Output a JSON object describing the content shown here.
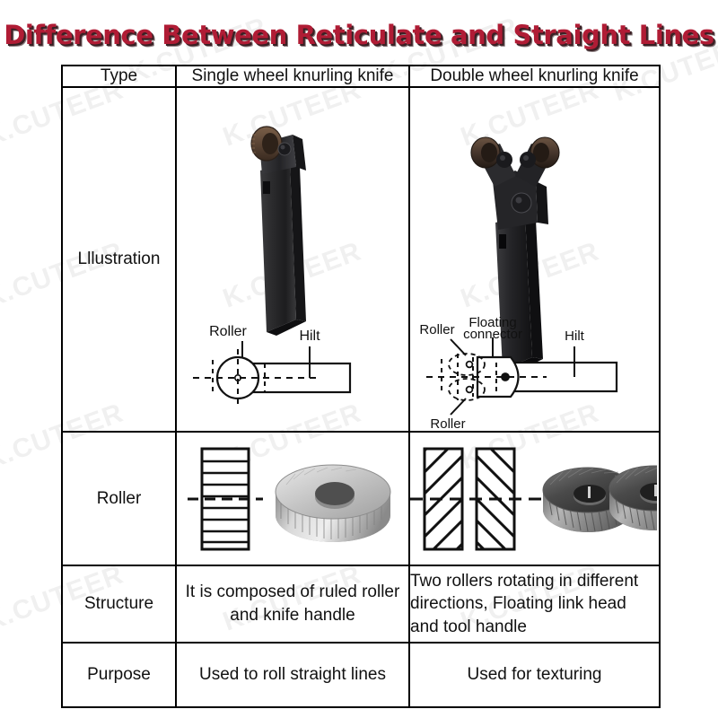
{
  "title": "Difference Between Reticulate and Straight Lines",
  "colors": {
    "title_red": "#B01C35",
    "title_shadow": "#3a2024",
    "table_border": "#000000",
    "watermark": "#000000",
    "tool_body": "#2b2b2b",
    "wheel_bronze": "#5a4434",
    "roller_metal": "#b9b9b9"
  },
  "watermark": {
    "text": "K.CUTEER",
    "rotation_deg": -20,
    "opacity": 0.055
  },
  "table": {
    "header": {
      "type_label": "Type",
      "single_label": "Single wheel knurling knife",
      "double_label": "Double wheel knurling knife"
    },
    "rows": [
      {
        "label": "Lllustration",
        "single": {
          "diagram_labels": [
            "Roller",
            "Hilt"
          ],
          "photo": "single-wheel-knurling-tool-photo"
        },
        "double": {
          "diagram_labels": [
            "Roller",
            "Floating connector",
            "Hilt",
            "Roller"
          ],
          "photo": "double-wheel-knurling-tool-photo"
        }
      },
      {
        "label": "Roller",
        "single": {
          "pattern": "straight-horizontal-lines",
          "photo": "single-knurling-wheel-photo"
        },
        "double": {
          "pattern": "crossed-diagonal-lines",
          "photo": "double-knurling-wheel-photo"
        }
      },
      {
        "label": "Structure",
        "single": {
          "text": "It is composed of ruled roller and knife handle"
        },
        "double": {
          "text": "Two rollers rotating in different directions, Floating link head and tool handle"
        }
      },
      {
        "label": "Purpose",
        "single": {
          "text": "Used to roll straight lines"
        },
        "double": {
          "text": "Used for texturing"
        }
      }
    ]
  },
  "diagram_text": {
    "roller": "Roller",
    "hilt": "Hilt",
    "floating_line1": "Floating",
    "floating_line2": "connector"
  }
}
